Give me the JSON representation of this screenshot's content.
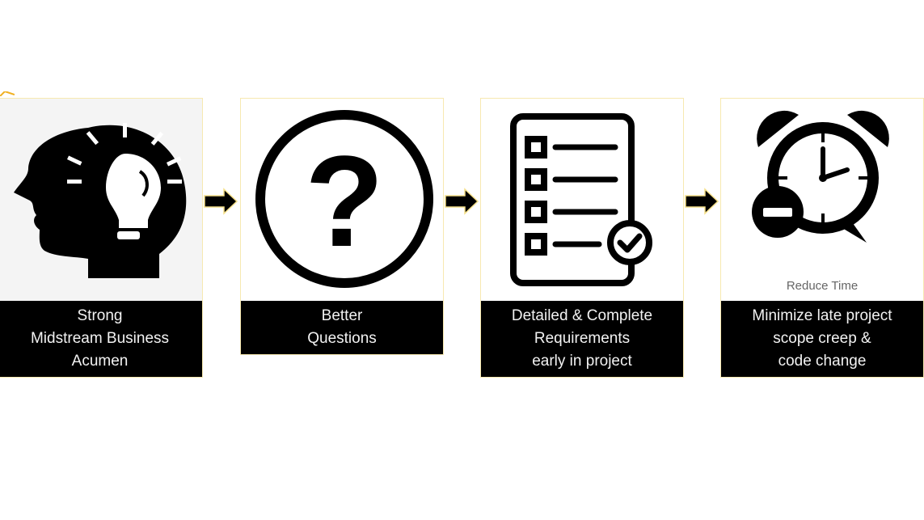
{
  "steps": [
    {
      "id": "business-acumen",
      "icon": "head-lightbulb-icon",
      "caption": [
        "Strong",
        "Midstream Business",
        "Acumen"
      ]
    },
    {
      "id": "better-questions",
      "icon": "question-circle-icon",
      "caption": [
        "Better",
        "Questions"
      ]
    },
    {
      "id": "requirements",
      "icon": "checklist-icon",
      "caption": [
        "Detailed & Complete",
        "Requirements",
        "early in project"
      ]
    },
    {
      "id": "reduce-time",
      "icon": "alarm-clock-minus-icon",
      "sublabel": "Reduce Time",
      "caption": [
        "Minimize late project",
        "scope creep &",
        "code change"
      ]
    }
  ],
  "colors": {
    "border": "#f7e9b0",
    "caption_bg": "#000000",
    "caption_text": "#f2f2f2",
    "arrow": "#000000",
    "arrow_outline": "#f5e08a"
  }
}
